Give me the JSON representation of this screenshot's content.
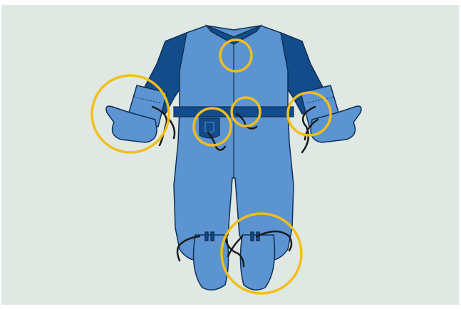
{
  "illustration": {
    "subject": "protective-coverall",
    "colors": {
      "background": "#dfe8e3",
      "body_fabric": "#5b94d1",
      "sleeve_fabric": "#134c8a",
      "outline": "#0f2f55",
      "highlight_circle": "#f2be1a",
      "tie_string": "#1a1a1a"
    },
    "highlights": [
      "neck-opening",
      "left-mitten-cuff",
      "right-mitten-cuff",
      "chest-pocket",
      "waist-tie",
      "foot-ties"
    ]
  }
}
